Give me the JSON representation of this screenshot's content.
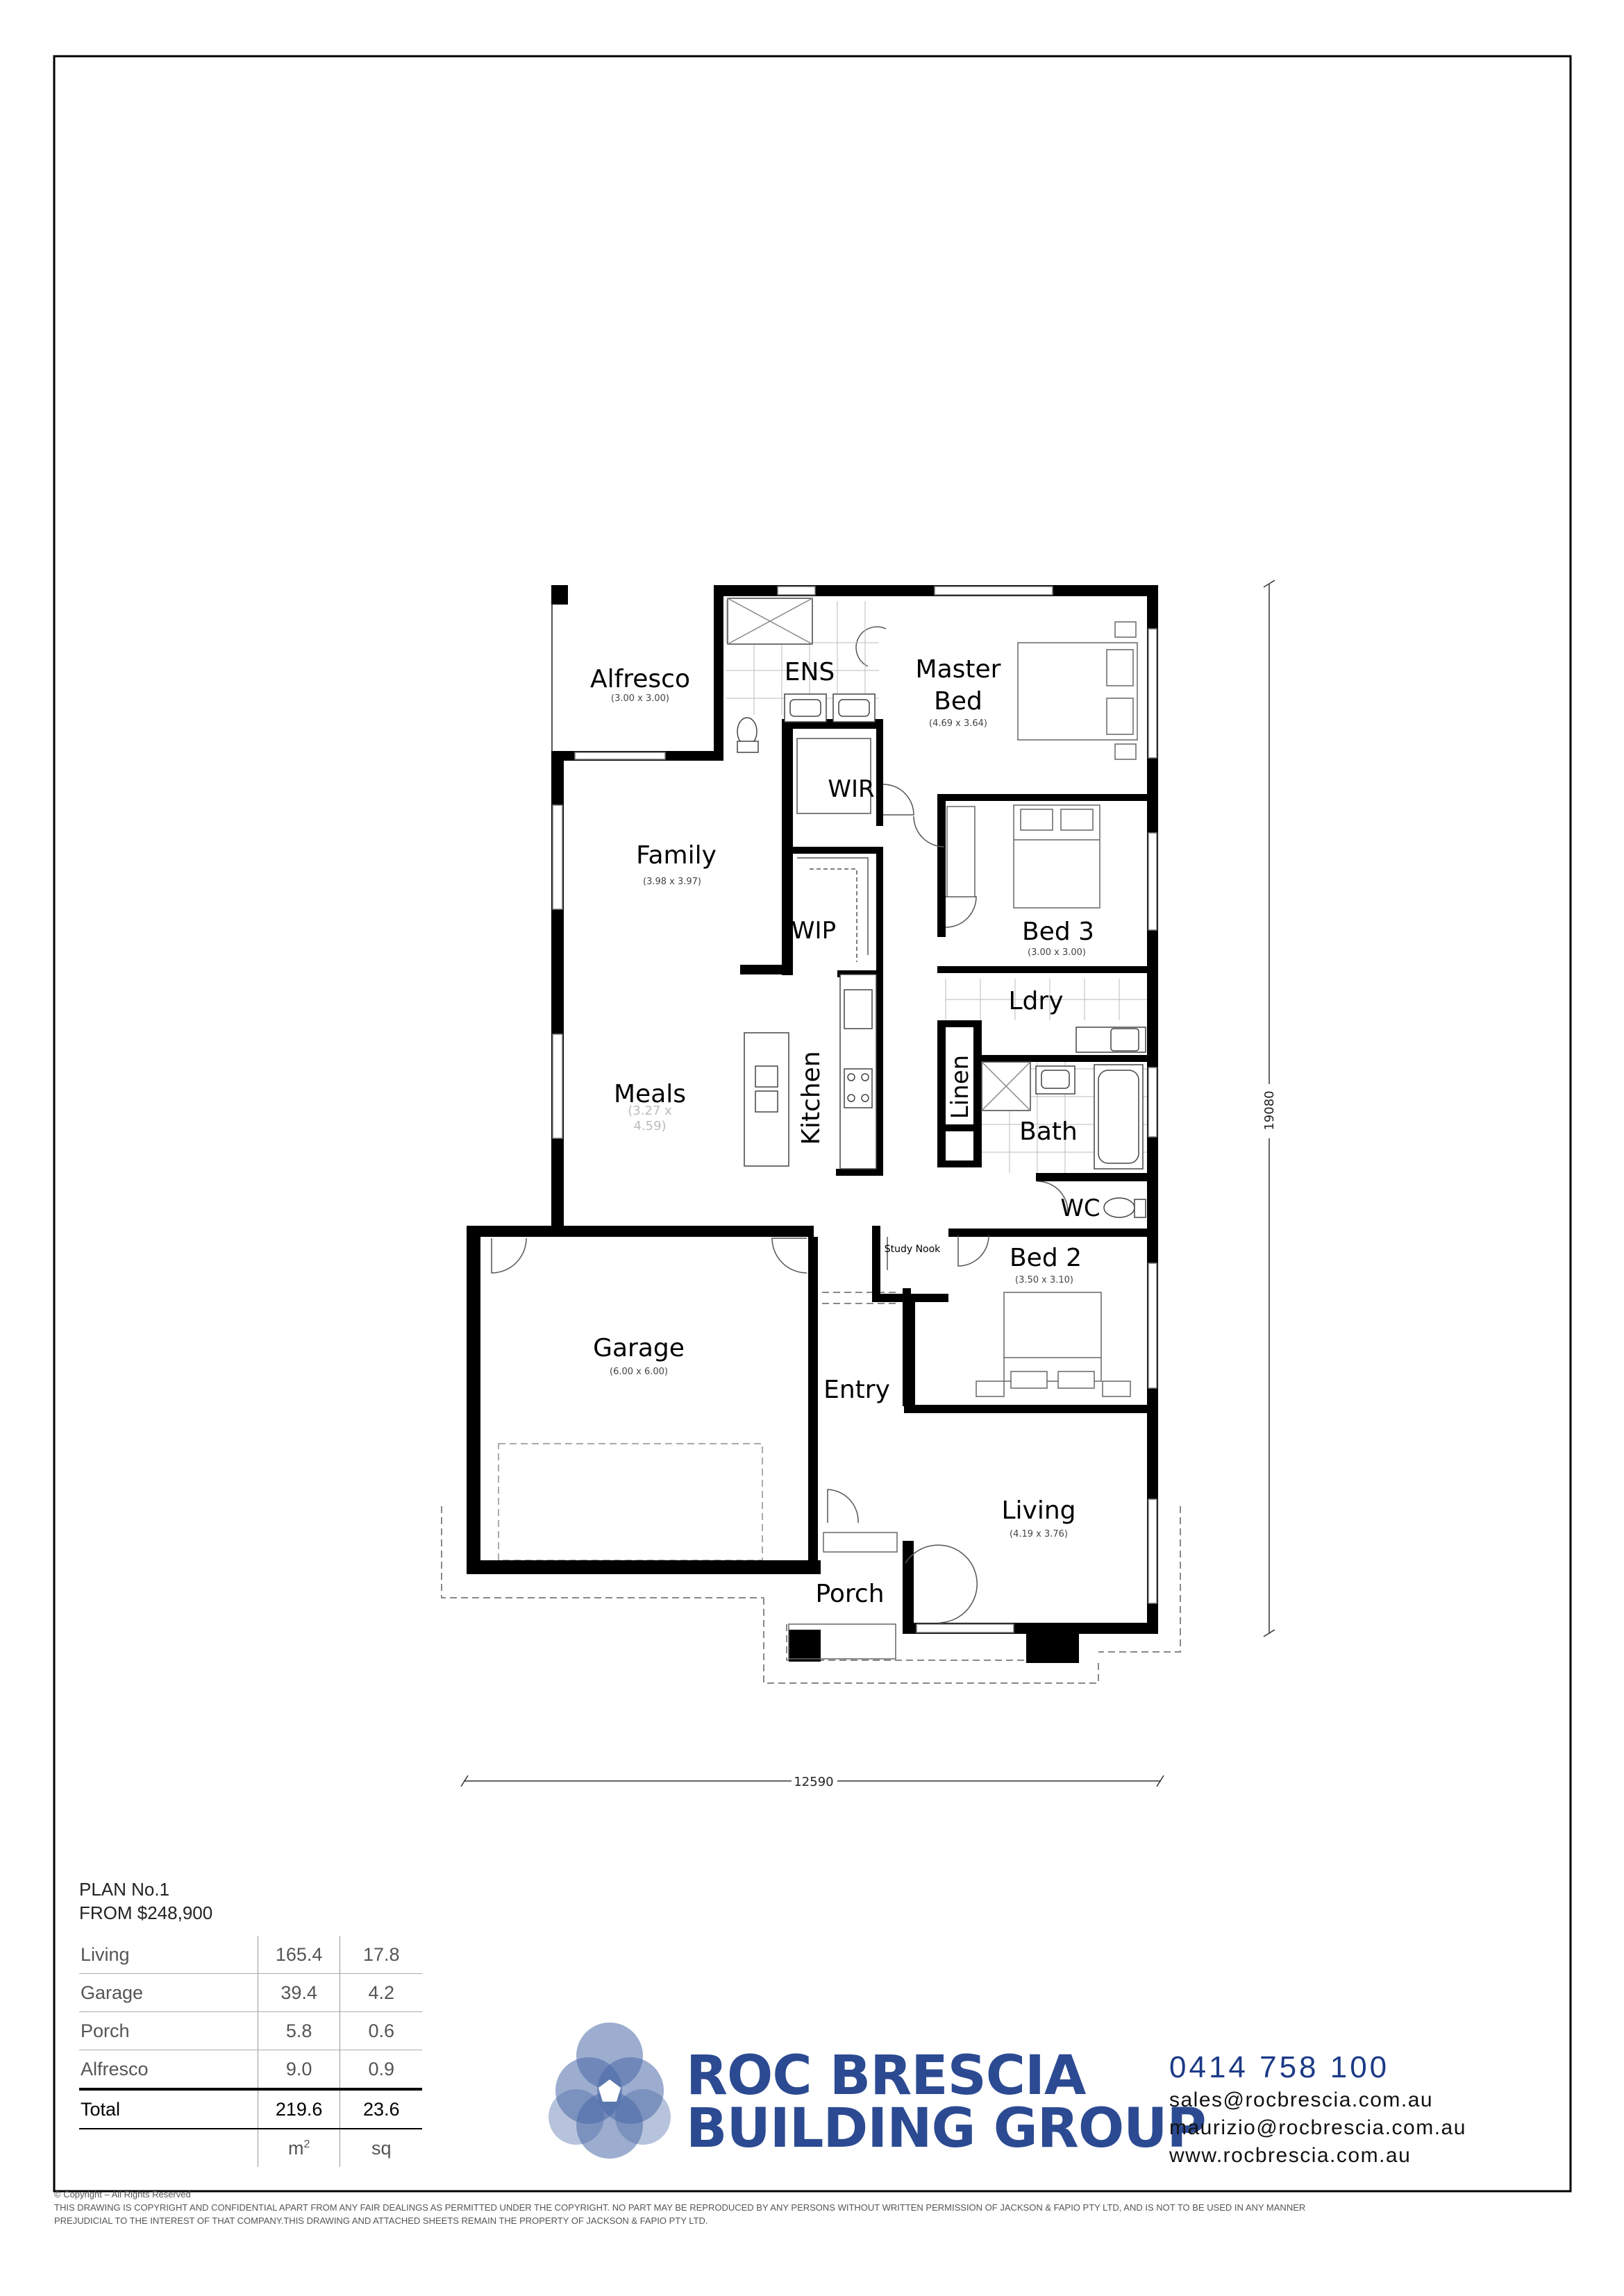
{
  "rooms": {
    "alfresco": {
      "name": "Alfresco",
      "dims": "(3.00 x 3.00)"
    },
    "ens": {
      "name": "ENS"
    },
    "master": {
      "name1": "Master",
      "name2": "Bed",
      "dims": "(4.69 x 3.64)"
    },
    "wir": {
      "name": "WIR"
    },
    "family": {
      "name": "Family",
      "dims": "(3.98 x 3.97)"
    },
    "wip": {
      "name": "WIP"
    },
    "bed3": {
      "name": "Bed 3",
      "dims": "(3.00 x 3.00)"
    },
    "ldry": {
      "name": "Ldry"
    },
    "linen": {
      "name": "Linen"
    },
    "kitchen": {
      "name": "Kitchen"
    },
    "meals": {
      "name": "Meals",
      "dims1": "(3.27 x",
      "dims2": "4.59)"
    },
    "bath": {
      "name": "Bath"
    },
    "wc": {
      "name": "WC"
    },
    "study": {
      "name": "Study Nook"
    },
    "bed2": {
      "name": "Bed 2",
      "dims": "(3.50 x 3.10)"
    },
    "garage": {
      "name": "Garage",
      "dims": "(6.00 x 6.00)"
    },
    "entry": {
      "name": "Entry"
    },
    "living": {
      "name": "Living",
      "dims": "(4.19 x 3.76)"
    },
    "porch": {
      "name": "Porch"
    }
  },
  "dimensions": {
    "width": "12590",
    "depth": "19080"
  },
  "plan_info": {
    "plan_no": "PLAN No.1",
    "price": "FROM $248,900",
    "rows": [
      {
        "label": "Living",
        "m2": "165.4",
        "sq": "17.8"
      },
      {
        "label": "Garage",
        "m2": "39.4",
        "sq": "4.2"
      },
      {
        "label": "Porch",
        "m2": "5.8",
        "sq": "0.6"
      },
      {
        "label": "Alfresco",
        "m2": "9.0",
        "sq": "0.9"
      }
    ],
    "total": {
      "label": "Total",
      "m2": "219.6",
      "sq": "23.6"
    },
    "units": {
      "m2": "m",
      "m2_sup": "2",
      "sq": "sq"
    }
  },
  "brand": {
    "line1": "ROC BRESCIA",
    "line2": "BUILDING GROUP",
    "color": "#2c4a92"
  },
  "contact": {
    "phone": "0414 758 100",
    "email1": "sales@rocbrescia.com.au",
    "email2": "maurizio@rocbrescia.com.au",
    "website": "www.rocbrescia.com.au"
  },
  "legal": {
    "copyright": "© Copyright – All Rights Reserved",
    "notice1": "THIS DRAWING IS COPYRIGHT AND CONFIDENTIAL APART FROM ANY FAIR DEALINGS AS PERMITTED UNDER THE COPYRIGHT. NO PART MAY BE REPRODUCED BY ANY PERSONS WITHOUT WRITTEN PERMISSION OF JACKSON & FAPIO PTY LTD, AND IS NOT TO BE USED IN ANY MANNER",
    "notice2": "PREJUDICIAL TO THE INTEREST OF THAT COMPANY.THIS DRAWING AND ATTACHED SHEETS REMAIN THE PROPERTY OF JACKSON & FAPIO PTY LTD."
  }
}
